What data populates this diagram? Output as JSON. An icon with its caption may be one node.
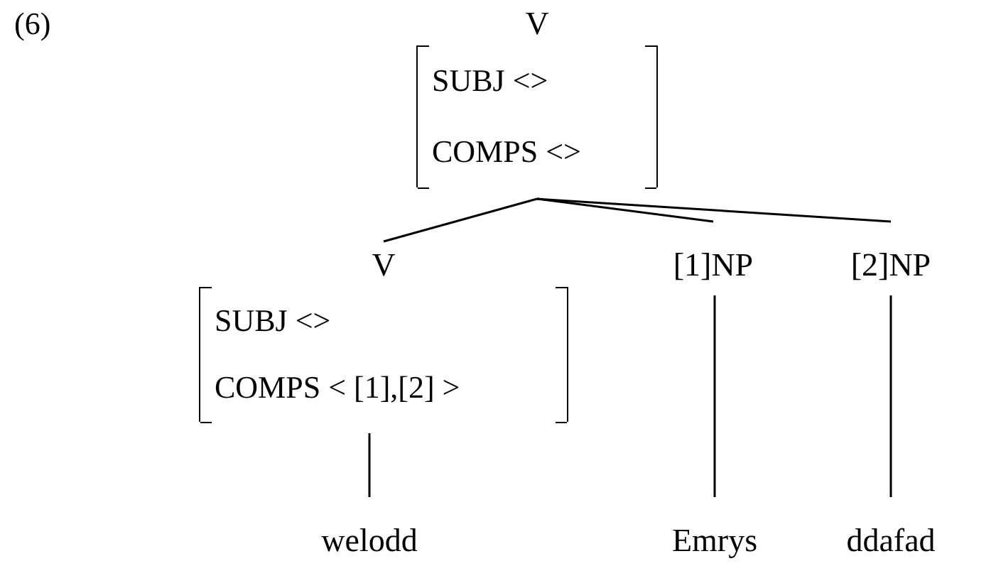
{
  "diagram": {
    "nodes": [
      {
        "text": [
          "V",
          "SUBJ <>",
          "COMPS <>"
        ]
      },
      {
        "text": [
          "V",
          "SUBJ <>",
          "COMPS < [1],[2] >"
        ]
      },
      {
        "text": [
          "[1]NP"
        ]
      },
      {
        "text": [
          "[2]NP"
        ]
      },
      {
        "text": [
          "welodd"
        ]
      },
      {
        "text": [
          "Emrys"
        ]
      },
      {
        "text": [
          "ddafad"
        ]
      }
    ],
    "edges": [
      {
        "from": 0,
        "to": 1,
        "arrow": "none"
      },
      {
        "from": 0,
        "to": 2,
        "arrow": "none"
      },
      {
        "from": 0,
        "to": 3,
        "arrow": "none"
      },
      {
        "from": 1,
        "to": 4,
        "arrow": "none"
      },
      {
        "from": 2,
        "to": 5,
        "arrow": "none"
      },
      {
        "from": 3,
        "to": 6,
        "arrow": "none"
      }
    ],
    "labels": [
      "(6)"
    ]
  }
}
